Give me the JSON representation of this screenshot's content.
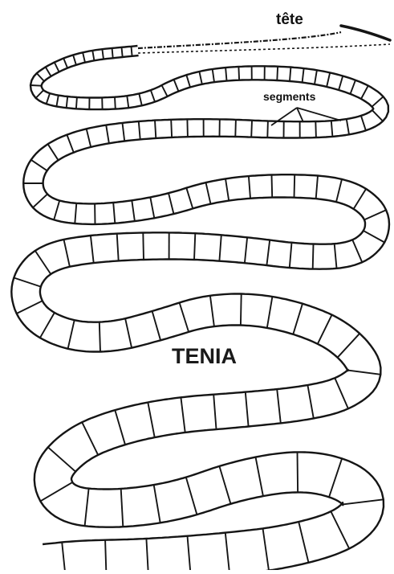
{
  "labels": {
    "head": "tête",
    "segments": "segments",
    "title": "TENIA"
  },
  "colors": {
    "ink": "#151515",
    "background": "#ffffff"
  }
}
